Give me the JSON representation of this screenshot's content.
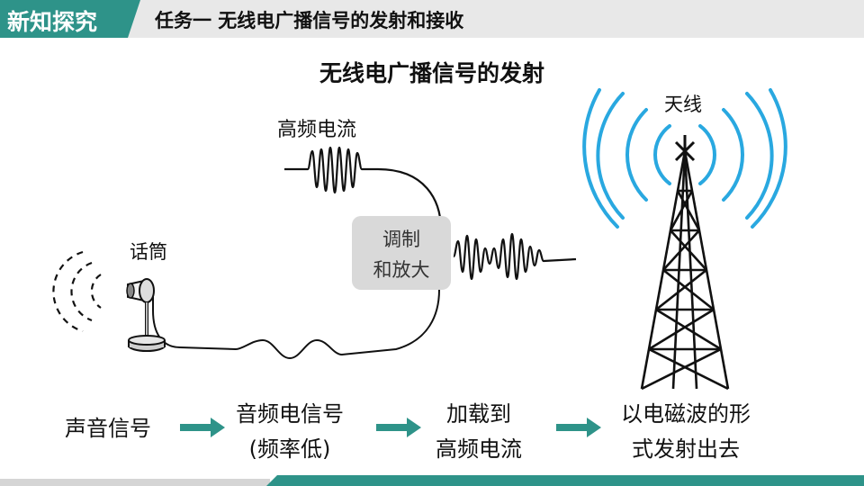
{
  "header": {
    "tag": "新知探究",
    "title": "任务一  无线电广播信号的发射和接收"
  },
  "diagram": {
    "title": "无线电广播信号的发射",
    "labels": {
      "high_freq_current": "高频电流",
      "antenna": "天线",
      "microphone": "话筒",
      "modulate_line1": "调制",
      "modulate_line2": "和放大"
    },
    "flow": [
      {
        "line1": "声音信号"
      },
      {
        "line1": "音频电信号",
        "line2": "(频率低)"
      },
      {
        "line1": "加载到",
        "line2": "高频电流"
      },
      {
        "line1": "以电磁波的形",
        "line2": "式发射出去"
      }
    ]
  },
  "colors": {
    "accent": "#2e9389",
    "wave_blue": "#29a8e0",
    "box_grey": "#d9d9d9"
  },
  "icons": [
    "microphone-icon",
    "antenna-tower-icon",
    "sound-wave-icon",
    "radio-wave-icon",
    "arrow-right-icon"
  ]
}
